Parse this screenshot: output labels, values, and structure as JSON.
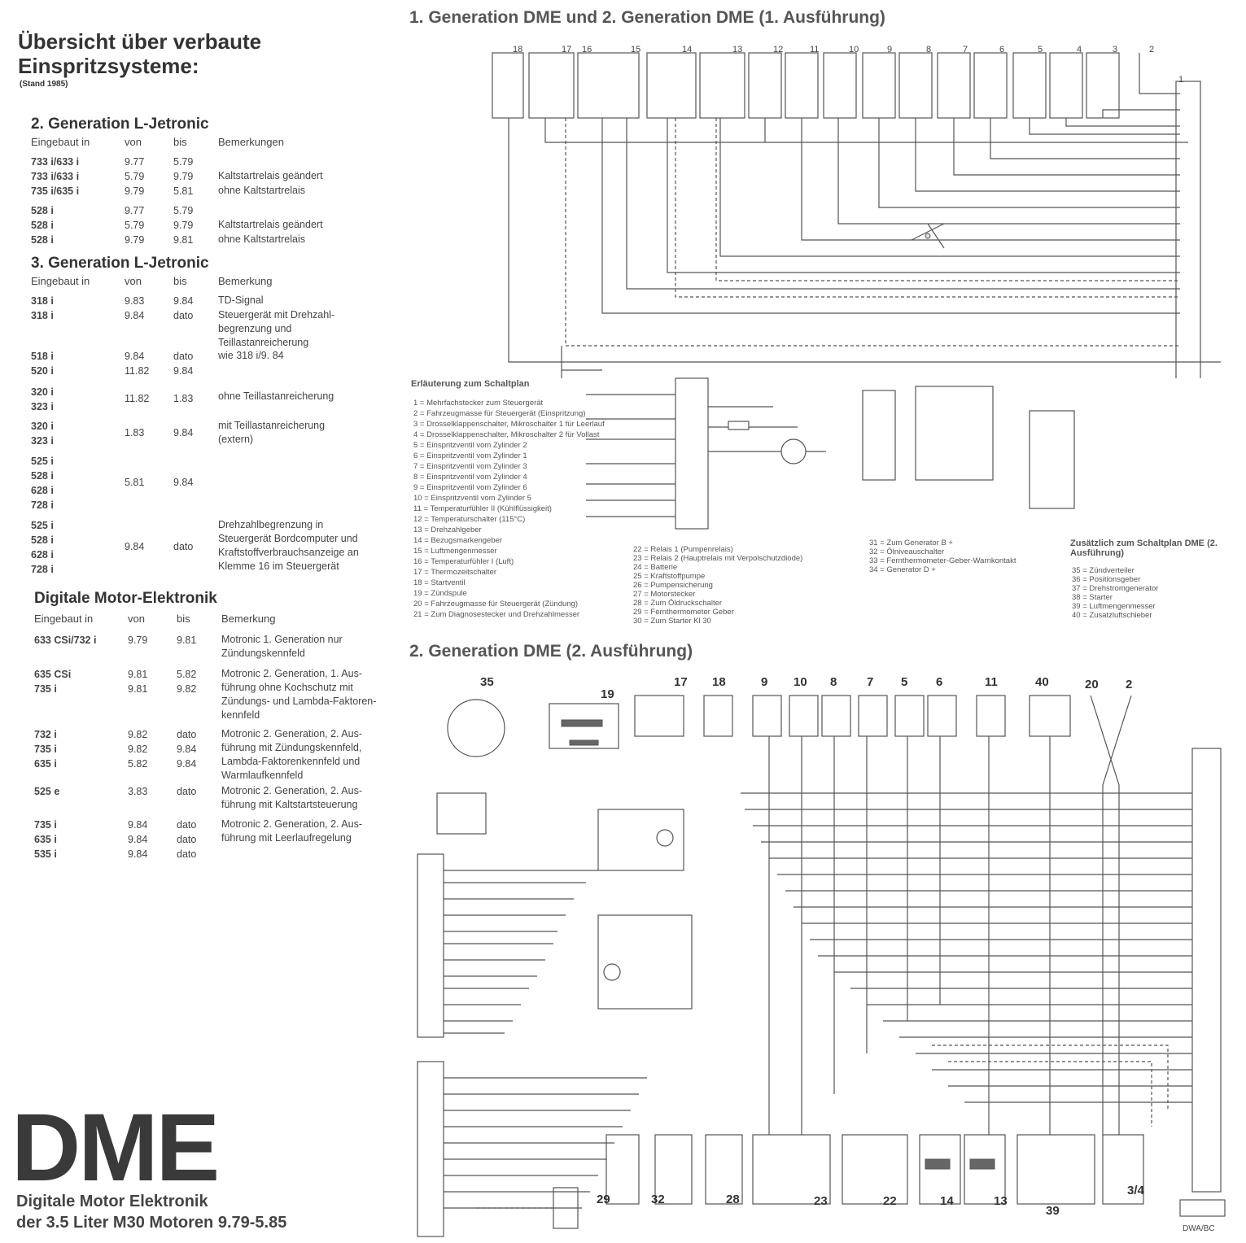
{
  "overview": {
    "title": "Übersicht über verbaute Einspritzsysteme:",
    "stand": "(Stand 1985)"
  },
  "sections": [
    {
      "title": "2. Generation L-Jetronic",
      "header": {
        "model": "Eingebaut in",
        "from": "von",
        "to": "bis",
        "note": "Bemerkungen"
      },
      "rows": [
        {
          "model": "733 i/633 i",
          "from": "9.77",
          "to": "5.79",
          "note": ""
        },
        {
          "model": "733 i/633 i",
          "from": "5.79",
          "to": "9.79",
          "note": "Kaltstartrelais geändert"
        },
        {
          "model": "735 i/635 i",
          "from": "9.79",
          "to": "5.81",
          "note": "ohne Kaltstartrelais"
        },
        {
          "model": "528 i",
          "from": "9.77",
          "to": "5.79",
          "note": ""
        },
        {
          "model": "528 i",
          "from": "5.79",
          "to": "9.79",
          "note": "Kaltstartrelais geändert"
        },
        {
          "model": "528 i",
          "from": "9.79",
          "to": "9.81",
          "note": "ohne Kaltstartrelais"
        }
      ]
    },
    {
      "title": "3. Generation L-Jetronic",
      "header": {
        "model": "Eingebaut in",
        "from": "von",
        "to": "bis",
        "note": "Bemerkung"
      },
      "rows": [
        {
          "model": "318 i",
          "from": "9.83",
          "to": "9.84",
          "note": "TD-Signal"
        },
        {
          "model": "318 i",
          "from": "9.84",
          "to": "dato",
          "note": "Steuergerät mit Drehzahl-begrenzung und Teillastanreicherung"
        },
        {
          "model": "518 i",
          "from": "9.84",
          "to": "dato",
          "note": "wie 318 i/9. 84"
        },
        {
          "model": "520 i",
          "from": "11.82",
          "to": "9.84",
          "note": ""
        },
        {
          "model": "320 i\n323 i",
          "from": "11.82",
          "to": "1.83",
          "note": "ohne Teillastanreicherung"
        },
        {
          "model": "320 i\n323 i",
          "from": "1.83",
          "to": "9.84",
          "note": "mit Teillastanreicherung (extern)"
        },
        {
          "model": "525 i\n528 i\n628 i\n728 i",
          "from": "5.81",
          "to": "9.84",
          "note": ""
        },
        {
          "model": "525 i\n528 i\n628 i\n728 i",
          "from": "9.84",
          "to": "dato",
          "note": "Drehzahlbegrenzung in Steuergerät Bordcomputer und Kraftstoffverbrauchsanzeige an Klemme 16 im Steuergerät"
        }
      ]
    },
    {
      "title": "Digitale Motor-Elektronik",
      "header": {
        "model": "Eingebaut in",
        "from": "von",
        "to": "bis",
        "note": "Bemerkung"
      },
      "rows": [
        {
          "model": "633 CSi/732 i",
          "from": "9.79",
          "to": "9.81",
          "note": "Motronic 1. Generation nur Zündungskennfeld"
        },
        {
          "model": "635 CSi\n735 i",
          "from": "9.81\n9.81",
          "to": "5.82\n9.82",
          "note": "Motronic 2. Generation, 1. Aus-führung ohne Kochschutz mit Zündungs- und Lambda-Faktoren-kennfeld"
        },
        {
          "model": "732 i\n735 i\n635 i",
          "from": "9.82\n9.82\n5.82",
          "to": "dato\n9.84\n9.84",
          "note": "Motronic 2. Generation, 2. Aus-führung mit Zündungskennfeld, Lambda-Faktorenkennfeld und Warmlaufkennfeld"
        },
        {
          "model": "525 e",
          "from": "3.83",
          "to": "dato",
          "note": "Motronic 2. Generation, 2. Aus-führung mit Kaltstartsteuerung"
        },
        {
          "model": "735 i\n635 i\n535 i",
          "from": "9.84\n9.84\n9.84",
          "to": "dato\ndato\ndato",
          "note": "Motronic 2. Generation, 2. Aus-führung mit Leerlaufregelung"
        }
      ]
    }
  ],
  "logo": {
    "big": "DME",
    "line1": "Digitale Motor Elektronik",
    "line2": "der 3.5 Liter M30 Motoren 9.79-5.85"
  },
  "diagram1": {
    "title": "1. Generation DME und 2. Generation DME (1. Ausführung)",
    "top_numbers": [
      "18",
      "17",
      "16",
      "15",
      "14",
      "13",
      "12",
      "11",
      "10",
      "9",
      "8",
      "7",
      "6",
      "5",
      "4",
      "3",
      "2",
      "1"
    ],
    "legend_title": "Erläuterung zum Schaltplan",
    "legend_col1": [
      "1 = Mehrfachstecker zum Steuergerät",
      "2 = Fahrzeugmasse für Steuergerät (Einspritzung)",
      "3 = Drosselklappenschalter, Mikroschalter 1 für Leerlauf",
      "4 = Drosselklappenschalter, Mikroschalter 2 für Vollast",
      "5 = Einspritzventil vom Zylinder 2",
      "6 = Einspritzventil vom Zylinder 1",
      "7 = Einspritzventil vom Zylinder 3",
      "8 = Einspritzventil vom Zylinder 4",
      "9 = Einspritzventil vom Zylinder 6",
      "10 = Einspritzventil vom Zylinder 5",
      "11 = Temperaturfühler II (Kühlflüssigkeit)",
      "12 = Temperaturschalter (115°C)",
      "13 = Drehzahlgeber",
      "14 = Bezugsmarkengeber",
      "15 = Luftmengenmesser",
      "16 = Temperaturfühler I (Luft)",
      "17 = Thermozeitschalter",
      "18 = Startventil",
      "19 = Zündspule",
      "20 = Fahrzeugmasse für Steuergerät (Zündung)",
      "21 = Zum Diagnosestecker und Drehzahlmesser"
    ],
    "legend_col2": [
      "22 = Relais 1 (Pumpenrelais)",
      "23 = Relais 2 (Hauptrelais mit Verpolschutzdiode)",
      "24 = Batterie",
      "25 = Kraftstoffpumpe",
      "26 = Pumpensicherung",
      "27 = Motorstecker",
      "28 = Zum Öldruckschalter",
      "29 = Fernthermometer Geber",
      "30 = Zum Starter Kl 30"
    ],
    "legend_col3": [
      "31 = Zum Generator B +",
      "32 = Ölniveauschalter",
      "33 = Fernthermometer-Geber-Warnkontakt",
      "34 = Generator D +"
    ],
    "extra_title": "Zusätzlich zum Schaltplan DME (2. Ausführung)",
    "extra_items": [
      "35 = Zündverteiler",
      "36 = Positionsgeber",
      "37 = Drehstromgenerator",
      "38 = Starter",
      "39 = Luftmengenmesser",
      "40 = Zusatzluftschieber"
    ]
  },
  "diagram2": {
    "title": "2. Generation DME (2. Ausführung)",
    "top_numbers": [
      "35",
      "19",
      "17",
      "18",
      "9",
      "10",
      "8",
      "7",
      "5",
      "6",
      "11",
      "40",
      "20",
      "2"
    ],
    "bottom_numbers": [
      "29",
      "32",
      "28",
      "23",
      "22",
      "14",
      "13",
      "39",
      "3/4"
    ],
    "side_label": "DWA/BC"
  }
}
